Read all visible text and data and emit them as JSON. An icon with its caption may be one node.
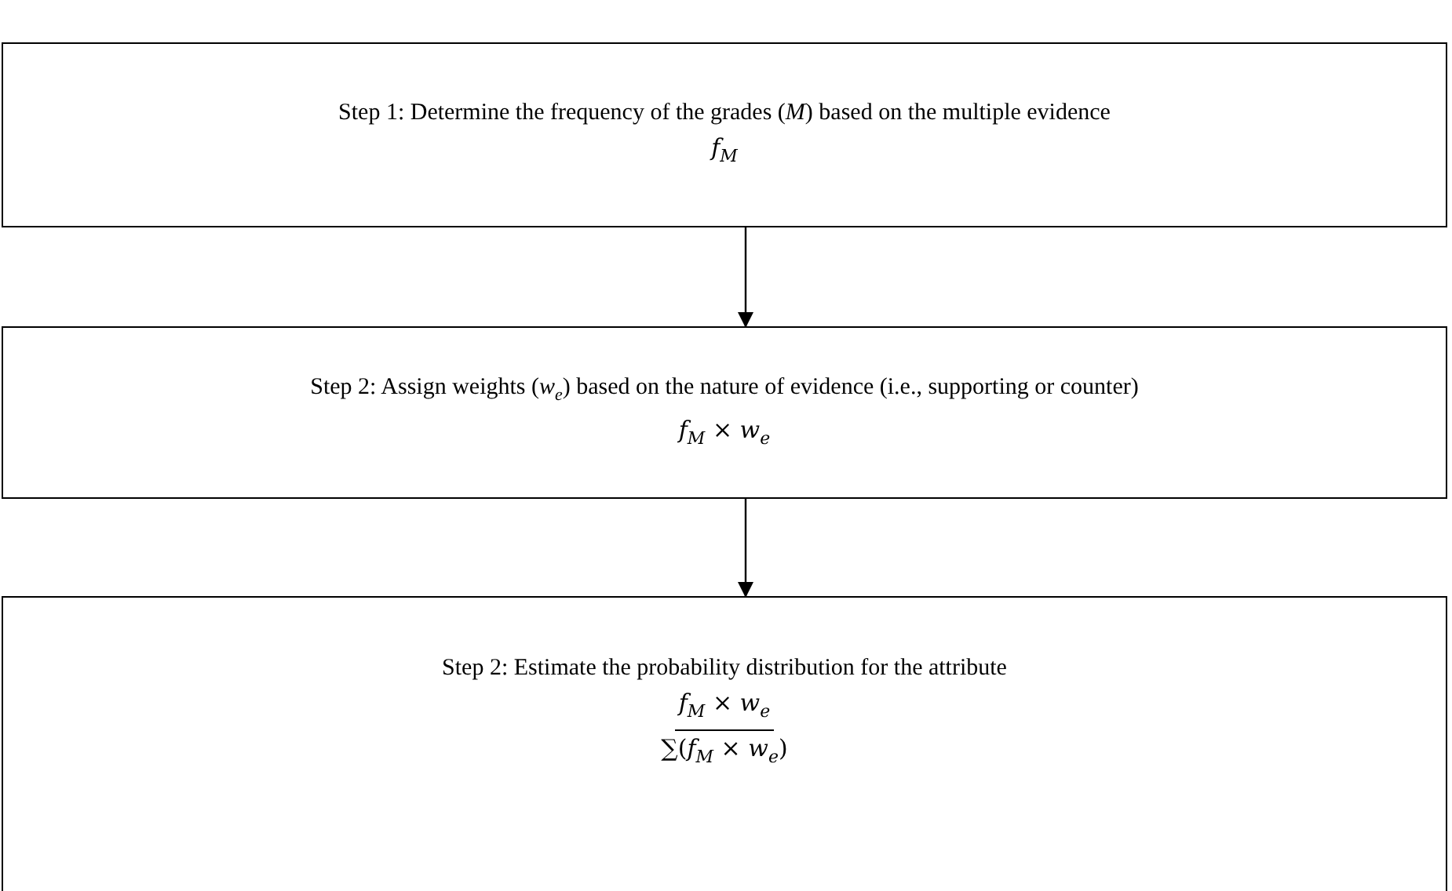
{
  "diagram": {
    "nodes": [
      {
        "text": [
          "Step 1: Determine the frequency of the grades (*M*) based on the multiple evidence",
          "*f*$_{M}$"
        ]
      },
      {
        "text": [
          "Step 2: Assign weights (*w*$_{e}$) based on the nature of evidence (i.e., supporting or counter)",
          "*f*$_{M}$ × *w*$_{e}$"
        ]
      },
      {
        "text": [
          "Step 2: Estimate the probability distribution for the attribute",
          "*f*$_{M}$ × *w*$_{e}$",
          "∑(*f*$_{M}$ × *w*$_{e}$)"
        ]
      }
    ],
    "edges": [
      {
        "from": 0,
        "to": 1,
        "arrow": "to"
      },
      {
        "from": 1,
        "to": 2,
        "arrow": "to"
      }
    ]
  }
}
